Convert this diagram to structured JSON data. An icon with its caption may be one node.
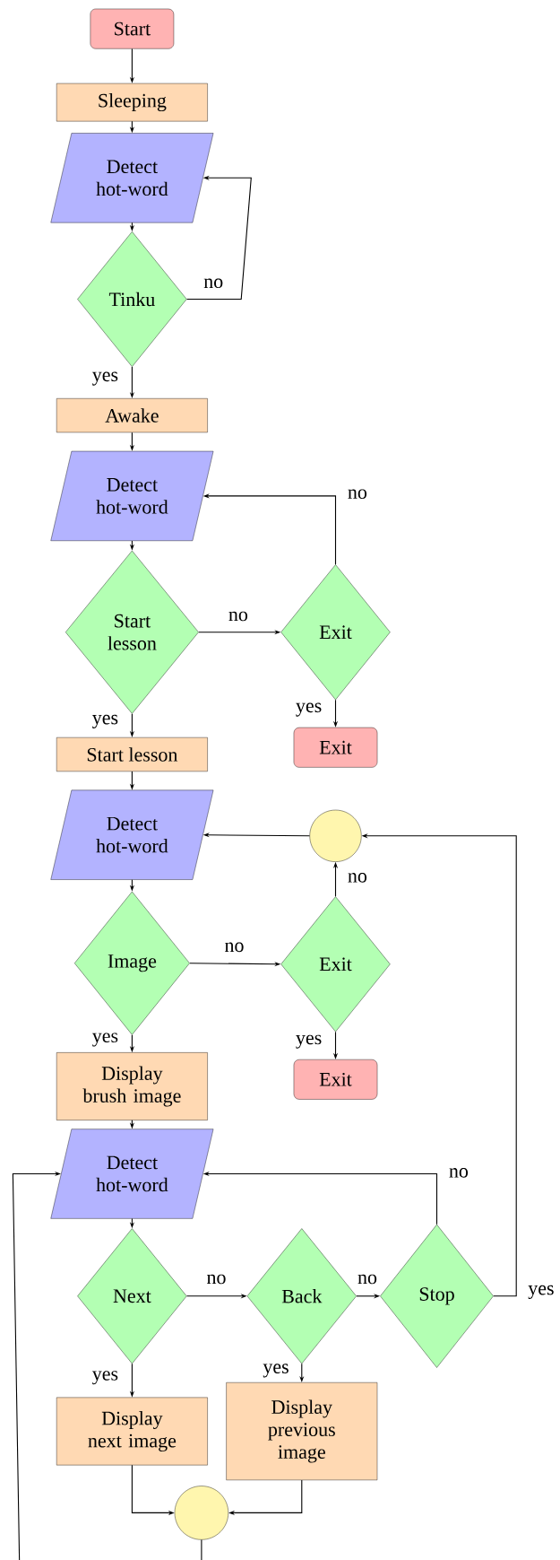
{
  "diagram": {
    "nodes": [
      {
        "text": [
          "Start"
        ]
      },
      {
        "text": [
          "Sleeping"
        ]
      },
      {
        "text": [
          "Detect hot-word"
        ]
      },
      {
        "text": [
          "Tinku"
        ]
      },
      {
        "text": [
          "Awake"
        ]
      },
      {
        "text": [
          "Detect hot-word"
        ]
      },
      {
        "text": [
          "Start lesson"
        ]
      },
      {
        "text": [
          "Exit"
        ]
      },
      {
        "text": [
          "Exit"
        ]
      },
      {
        "text": [
          "Start lesson"
        ]
      },
      {
        "text": [
          "Detect hot-word"
        ]
      },
      {
        "text": [],
        "shape": "circle"
      },
      {
        "text": [
          "Image"
        ]
      },
      {
        "text": [
          "Exit"
        ]
      },
      {
        "text": [
          "Exit"
        ]
      },
      {
        "text": [
          "Display brush image"
        ]
      },
      {
        "text": [
          "Detect hot-word"
        ]
      },
      {
        "text": [
          "Next"
        ]
      },
      {
        "text": [
          "Back"
        ]
      },
      {
        "text": [
          "Stop"
        ]
      },
      {
        "text": [
          "Display next image"
        ]
      },
      {
        "text": [
          "Display previous image"
        ]
      },
      {
        "text": [],
        "shape": "circle"
      }
    ],
    "edges": [
      {
        "from": 0,
        "to": 1,
        "arrow": "to"
      },
      {
        "from": 1,
        "to": 2,
        "arrow": "to"
      },
      {
        "from": 2,
        "to": 3,
        "arrow": "to"
      },
      {
        "from": 3,
        "to": 2,
        "arrow": "to",
        "label": "no"
      },
      {
        "from": 3,
        "to": 4,
        "arrow": "to",
        "label": "yes"
      },
      {
        "from": 4,
        "to": 5,
        "arrow": "to"
      },
      {
        "from": 5,
        "to": 6,
        "arrow": "to"
      },
      {
        "from": 6,
        "to": 7,
        "arrow": "to",
        "label": "no"
      },
      {
        "from": 7,
        "to": 5,
        "arrow": "to",
        "label": "no"
      },
      {
        "from": 7,
        "to": 8,
        "arrow": "to",
        "label": "yes"
      },
      {
        "from": 6,
        "to": 9,
        "arrow": "to",
        "label": "yes"
      },
      {
        "from": 9,
        "to": 10,
        "arrow": "to"
      },
      {
        "from": 10,
        "to": 12,
        "arrow": "to"
      },
      {
        "from": 12,
        "to": 13,
        "arrow": "to",
        "label": "no"
      },
      {
        "from": 13,
        "to": 11,
        "arrow": "to",
        "label": "no"
      },
      {
        "from": 11,
        "to": 10,
        "arrow": "to"
      },
      {
        "from": 13,
        "to": 14,
        "arrow": "to",
        "label": "yes"
      },
      {
        "from": 12,
        "to": 15,
        "arrow": "to",
        "label": "yes"
      },
      {
        "from": 15,
        "to": 16,
        "arrow": "to"
      },
      {
        "from": 16,
        "to": 17,
        "arrow": "to"
      },
      {
        "from": 17,
        "to": 18,
        "arrow": "to",
        "label": "no"
      },
      {
        "from": 18,
        "to": 19,
        "arrow": "to",
        "label": "no"
      },
      {
        "from": 19,
        "to": 16,
        "arrow": "to",
        "label": "no"
      },
      {
        "from": 19,
        "to": 11,
        "arrow": "to",
        "label": "yes"
      },
      {
        "from": 17,
        "to": 20,
        "arrow": "to",
        "label": "yes"
      },
      {
        "from": 18,
        "to": 21,
        "arrow": "to",
        "label": "yes"
      },
      {
        "from": 20,
        "to": 22,
        "arrow": "to"
      },
      {
        "from": 21,
        "to": 22,
        "arrow": "to"
      },
      {
        "from": 22,
        "to": 16,
        "arrow": "to"
      }
    ]
  }
}
